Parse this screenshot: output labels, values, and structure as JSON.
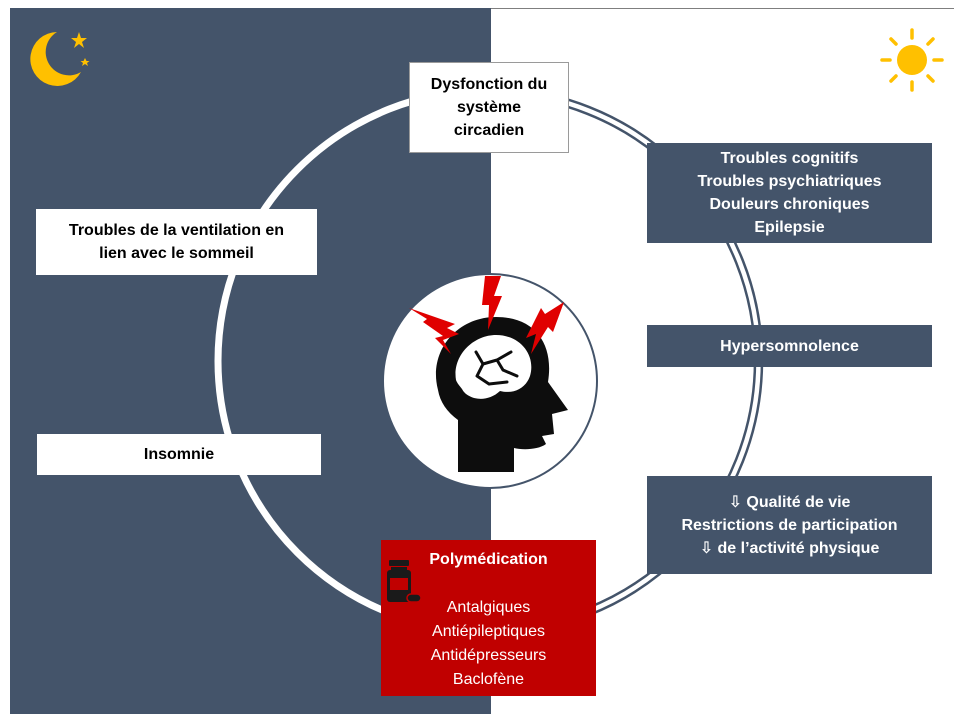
{
  "colors": {
    "night": "#44546a",
    "day": "#ffffff",
    "accent_red": "#c00000",
    "icon_gold": "#ffc000"
  },
  "icons": {
    "night": "moon-and-stars-icon",
    "day": "sun-icon",
    "center": "head-with-lightning-icon",
    "medication": "pill-bottle-icon"
  },
  "boxes": {
    "circadien": [
      "Dysfonction du",
      "système",
      "circadien"
    ],
    "ventilation": [
      "Troubles de la ventilation en",
      "lien avec le sommeil"
    ],
    "insomnie": [
      "Insomnie"
    ],
    "troubles": [
      "Troubles cognitifs",
      "Troubles psychiatriques",
      "Douleurs chroniques",
      "Epilepsie"
    ],
    "hypersomnolence": [
      "Hypersomnolence"
    ],
    "qualite": [
      "⇩ Qualité de vie",
      "Restrictions de participation",
      "⇩ de l’activité physique"
    ]
  },
  "polymedication": {
    "title": "Polymédication",
    "items": [
      "Antalgiques",
      "Antiépileptiques",
      "Antidépresseurs",
      "Baclofène"
    ]
  }
}
